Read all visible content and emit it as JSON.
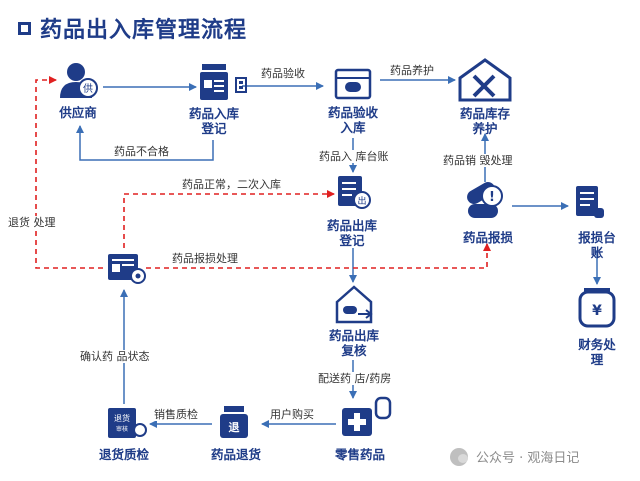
{
  "title": "药品出入库管理流程",
  "colors": {
    "navy": "#1f3c88",
    "arrow_blue": "#3b6fb6",
    "dashed_red": "#e02020"
  },
  "nodes": {
    "supplier": "供应商",
    "inbound_register": "药品入库\n登记",
    "inspection_inbound": "药品验收\n入库",
    "storage_maintenance": "药品库存\n养护",
    "outbound_register": "药品出库\n登记",
    "drug_damage": "药品报损",
    "damage_ledger": "报损台账",
    "finance": "财务处理",
    "outbound_recheck": "药品出库\n复核",
    "retail": "零售药品",
    "drug_return": "药品退货",
    "return_inspection": "退货质检"
  },
  "edges": {
    "drug_inspection": "药品验收",
    "drug_maintenance": "药品养护",
    "drug_unqualified": "药品不合格",
    "inbound_ledger": "药品入  库台账",
    "normal_second_inbound": "药品正常，二次入库",
    "destroy": "药品销  毁处理",
    "return_handling": "退货  处理",
    "damage_handling": "药品报损处理",
    "delivery": "配送药  店/药房",
    "user_purchase": "用户购买",
    "sales_inspection": "销售质检",
    "confirm_status": "确认药  品状态"
  },
  "icons": {
    "supplier": "supplier-person-icon",
    "inbound_register": "register-box-icon",
    "inspection_inbound": "medicine-box-icon",
    "storage_maintenance": "house-tools-icon",
    "outbound_register": "outbound-document-icon",
    "drug_damage": "pills-warning-icon",
    "damage_ledger": "ledger-scroll-icon",
    "finance": "money-bag-icon",
    "outbound_recheck": "house-pills-icon",
    "retail": "medical-kit-icon",
    "drug_return": "return-bottle-icon",
    "return_inspection": "return-inspection-icon",
    "review_screen": "review-screen-icon"
  },
  "watermark": "公众号 · 观海日记"
}
